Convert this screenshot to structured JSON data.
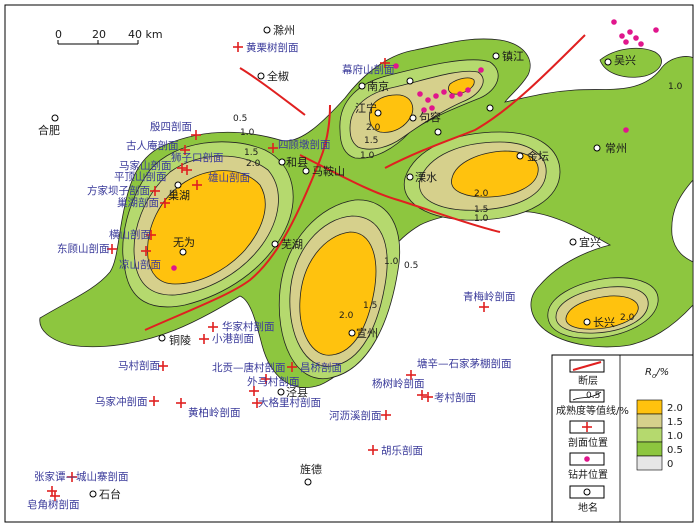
{
  "scale_bar": {
    "ticks": [
      "0",
      "20",
      "40 km"
    ]
  },
  "places": [
    {
      "name": "滁州"
    },
    {
      "name": "全椒"
    },
    {
      "name": "合肥"
    },
    {
      "name": "镇江"
    },
    {
      "name": "南京"
    },
    {
      "name": "江宁"
    },
    {
      "name": "句容"
    },
    {
      "name": "和县"
    },
    {
      "name": "马鞍山"
    },
    {
      "name": "巢湖"
    },
    {
      "name": "无为"
    },
    {
      "name": "芜湖"
    },
    {
      "name": "溧水"
    },
    {
      "name": "金坛"
    },
    {
      "name": "常州"
    },
    {
      "name": "宜兴"
    },
    {
      "name": "宣州"
    },
    {
      "name": "长兴"
    },
    {
      "name": "铜陵"
    },
    {
      "name": "泾县"
    },
    {
      "name": "旌德"
    },
    {
      "name": "石台"
    },
    {
      "name": "吴兴"
    }
  ],
  "sections": [
    {
      "name": "黄栗树剖面"
    },
    {
      "name": "幕府山剖面"
    },
    {
      "name": "殷四剖面"
    },
    {
      "name": "古人庵剖面"
    },
    {
      "name": "四顾墩剖面"
    },
    {
      "name": "狮子口剖面"
    },
    {
      "name": "马家山剖面"
    },
    {
      "name": "平顶山剖面"
    },
    {
      "name": "雄山剖面"
    },
    {
      "name": "方家坝子剖面"
    },
    {
      "name": "巢湖剖面"
    },
    {
      "name": "横山剖面"
    },
    {
      "name": "东顾山剖面"
    },
    {
      "name": "凉山剖面"
    },
    {
      "name": "青梅岭剖面"
    },
    {
      "name": "华家村剖面"
    },
    {
      "name": "小港剖面"
    },
    {
      "name": "马村剖面"
    },
    {
      "name": "北贡—唐村剖面"
    },
    {
      "name": "昌桥剖面"
    },
    {
      "name": "外马村剖面"
    },
    {
      "name": "塘辛—石家茅棚剖面"
    },
    {
      "name": "杨树岭剖面"
    },
    {
      "name": "考村剖面"
    },
    {
      "name": "乌家冲剖面"
    },
    {
      "name": "黄柏岭剖面"
    },
    {
      "name": "大格里村剖面"
    },
    {
      "name": "河沥溪剖面"
    },
    {
      "name": "胡乐剖面"
    },
    {
      "name": "张家谭—城山寨剖面"
    },
    {
      "name": "皂角树剖面"
    }
  ],
  "contour_labels": [
    "0.5",
    "1.0",
    "1.5",
    "2.0"
  ],
  "legend": {
    "fault": "断层",
    "isoline_value": "0.5",
    "isoline": "成熟度等值线/%",
    "section": "剖面位置",
    "well": "钻井位置",
    "place": "地名",
    "ro_title_main": "R",
    "ro_title_sub": "o",
    "ro_title_unit": "/%",
    "ro_classes": [
      {
        "value": "2.0",
        "color": "#ffc20e"
      },
      {
        "value": "1.5",
        "color": "#d6d08c"
      },
      {
        "value": "1.0",
        "color": "#b5d96e"
      },
      {
        "value": "0.5",
        "color": "#8dc63f"
      },
      {
        "value": "0",
        "color": "#e6e6e6"
      }
    ]
  },
  "colors": {
    "ro_gt_2": "#ffc20e",
    "ro_1_5_2": "#d6d08c",
    "ro_1_1_5": "#b5d96e",
    "ro_0_5_1": "#8dc63f",
    "fault": "#e02020",
    "section_marker": "#e02020",
    "well_marker": "#e0168c"
  }
}
